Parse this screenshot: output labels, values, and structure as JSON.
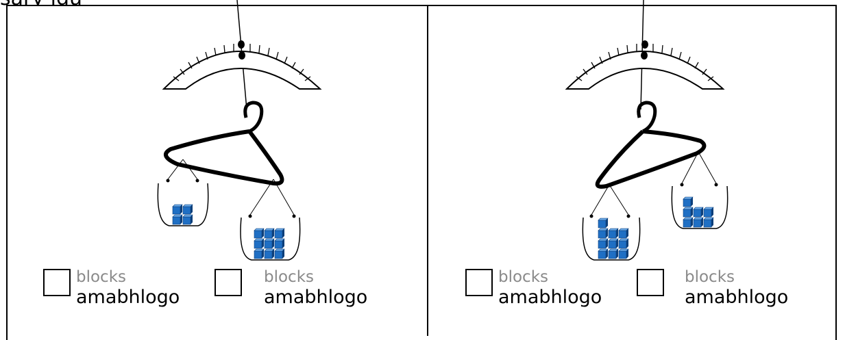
{
  "page": {
    "top_fragment": "sary igu"
  },
  "panels": [
    {
      "left_box": {
        "count_label": "blocks",
        "native_label": "amabhlogo"
      },
      "right_box": {
        "count_label": "blocks",
        "native_label": "amabhlogo"
      },
      "left_basket_blocks": 4,
      "right_basket_blocks": 9
    },
    {
      "left_box": {
        "count_label": "blocks",
        "native_label": "amabhlogo"
      },
      "right_box": {
        "count_label": "blocks",
        "native_label": "amabhlogo"
      },
      "left_basket_blocks": 10,
      "right_basket_blocks": 7
    }
  ],
  "colors": {
    "block_blue": "#1f6fc4",
    "block_dark": "#0d3f7a",
    "line": "#000000",
    "label_gray": "#8a8a8a"
  }
}
